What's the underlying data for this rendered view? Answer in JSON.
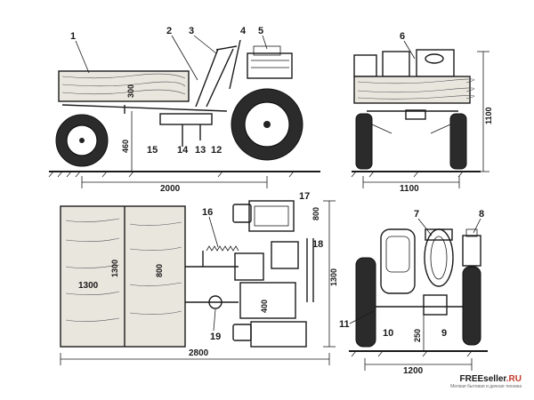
{
  "views": {
    "side": {
      "part_numbers": [
        "1",
        "2",
        "3",
        "4",
        "5",
        "12",
        "13",
        "14",
        "15"
      ],
      "dims": {
        "length": "2000",
        "axle_height": "460",
        "body_height": "300"
      }
    },
    "front": {
      "part_numbers": [
        "6"
      ],
      "dims": {
        "width": "1100",
        "height": "1100"
      }
    },
    "top": {
      "part_numbers": [
        "16",
        "17",
        "18",
        "19"
      ],
      "dims": {
        "overall_length": "2800",
        "bed_length": "1300",
        "bed_width_1": "1300",
        "bed_width_2": "800",
        "tractor_width": "1300",
        "seat_depth": "800",
        "engine_block": "400"
      }
    },
    "rear": {
      "part_numbers": [
        "7",
        "8",
        "9",
        "10",
        "11"
      ],
      "dims": {
        "track": "1200",
        "clearance": "250"
      }
    }
  },
  "watermark": {
    "main_a": "FREE",
    "main_b": "seller",
    "main_c": ".RU",
    "sub": "Мелкая бытовая и дачная техника"
  },
  "colors": {
    "ink": "#1a1a1a",
    "accent": "#c0392b",
    "paper": "#ffffff"
  }
}
